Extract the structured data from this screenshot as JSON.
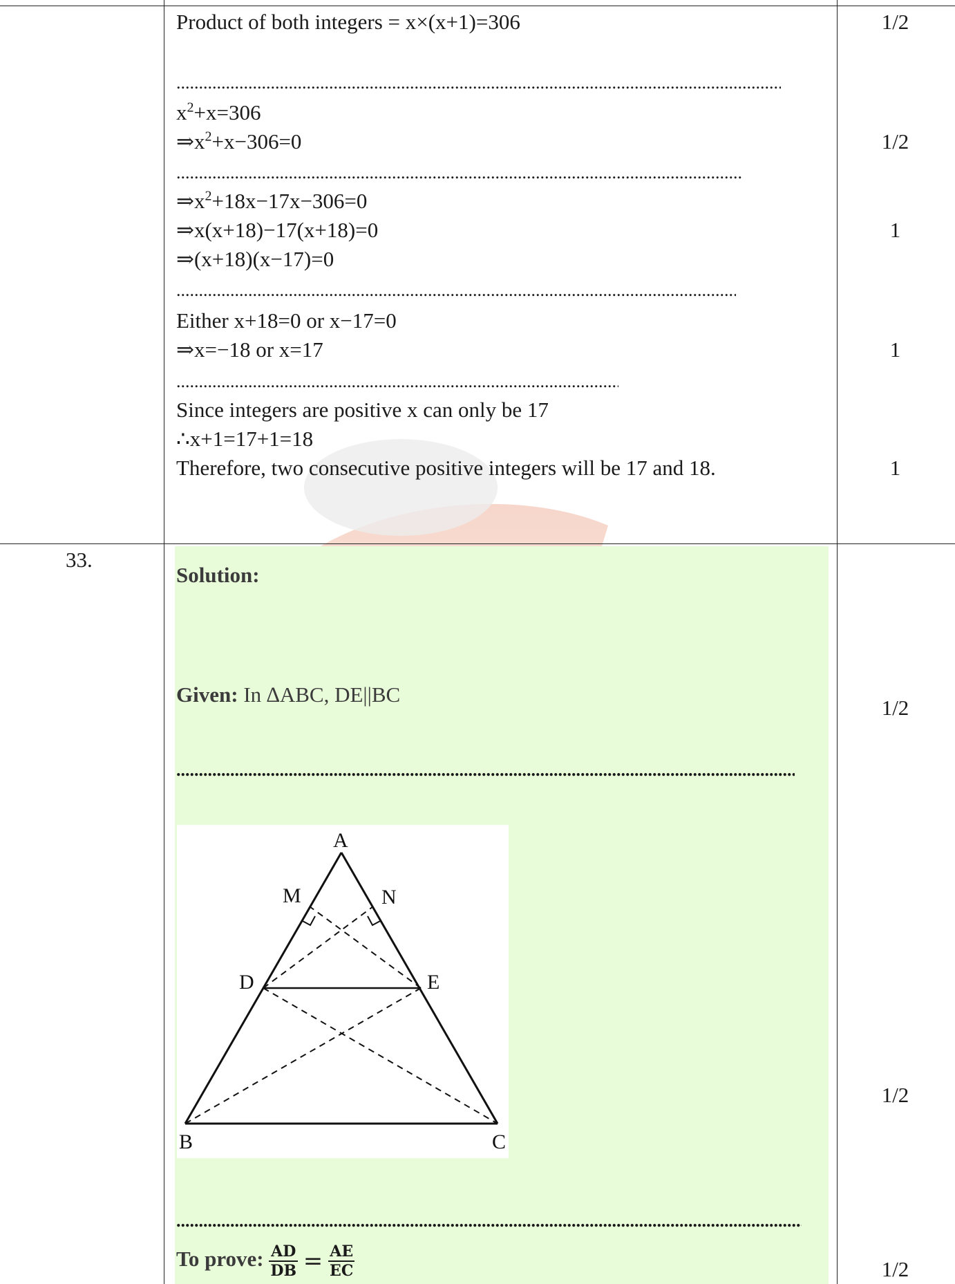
{
  "rows": {
    "r1": {
      "line1": "Product of both integers = x×(x+1)=306",
      "mark1": "1/2",
      "line2a": "x",
      "line2b": "+x=306",
      "line3a": "⇒x",
      "line3b": "+x−306=0",
      "mark2": "1/2",
      "line4a": "⇒x",
      "line4b": "+18x−17x−306=0",
      "line5": "⇒x(x+18)−17(x+18)=0",
      "line6": "⇒(x+18)(x−17)=0",
      "mark3": "1",
      "line7": "Either x+18=0 or x−17=0",
      "line8": "⇒x=−18 or x=17",
      "mark4": "1",
      "line9": "Since integers are positive x can only be 17",
      "line10": "∴x+1=17+1=18",
      "line11": "Therefore, two consecutive positive integers will be 17 and 18.",
      "mark5": "1",
      "sup2": "2"
    },
    "r2": {
      "qno": "33.",
      "solution": "Solution:",
      "given_label": "Given:",
      "given_text": " In ∆ABC, DE||BC",
      "mark1": "1/2",
      "mark2": "1/2",
      "toprove_label": "To prove:",
      "frac1_num": "AD",
      "frac1_den": "DB",
      "equals": "=",
      "frac2_num": "AE",
      "frac2_den": "EC",
      "mark3": "1/2"
    }
  },
  "figure": {
    "labels": {
      "A": "A",
      "B": "B",
      "C": "C",
      "D": "D",
      "E": "E",
      "M": "M",
      "N": "N"
    }
  },
  "dotline": "........................................................................................................................................................................................................"
}
